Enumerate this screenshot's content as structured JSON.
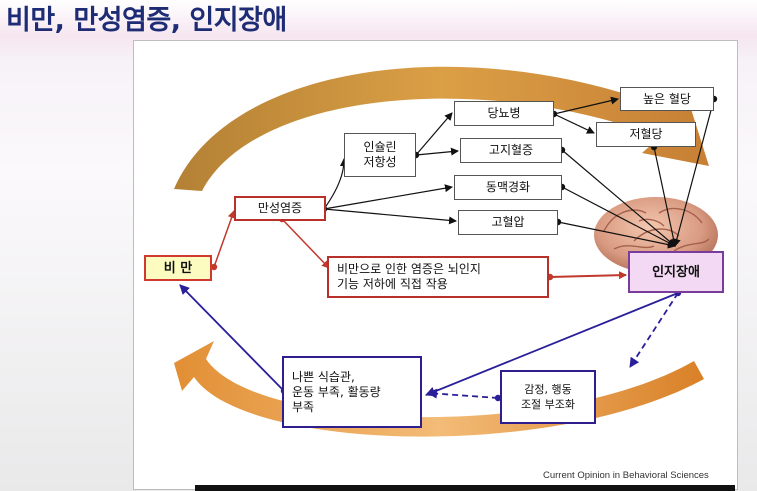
{
  "title": "비만, 만성염증, 인지장애",
  "source": "Current Opinion in Behavioral Sciences",
  "nodes": {
    "obesity": "비 만",
    "chronic_inflammation": "만성염증",
    "insulin_resistance_1": "인슐린",
    "insulin_resistance_2": "저항성",
    "diabetes": "당뇨병",
    "hyperlipidemia": "고지혈증",
    "arteriosclerosis": "동맥경화",
    "hypertension": "고혈압",
    "high_blood_sugar": "높은 혈당",
    "hypoglycemia": "저혈당",
    "brain_inflammation_1": "비만으로 인한 염증은 뇌인지",
    "brain_inflammation_2": "기능 저하에 직접 작용",
    "cognitive_impairment": "인지장애",
    "bad_habits_1": "나쁜 식습관,",
    "bad_habits_2": "운동 부족, 활동량",
    "bad_habits_3": "부족",
    "emotion_1": "감정, 행동",
    "emotion_2": "조절 부조화"
  },
  "colors": {
    "title": "#1d2c74",
    "red_arrow": "#c0392b",
    "blue_arrow": "#2a1f9a",
    "orange_arc": "#d98a2b",
    "obesity_fill": "#fdfcc0",
    "cognitive_fill": "#f3d9f3"
  }
}
